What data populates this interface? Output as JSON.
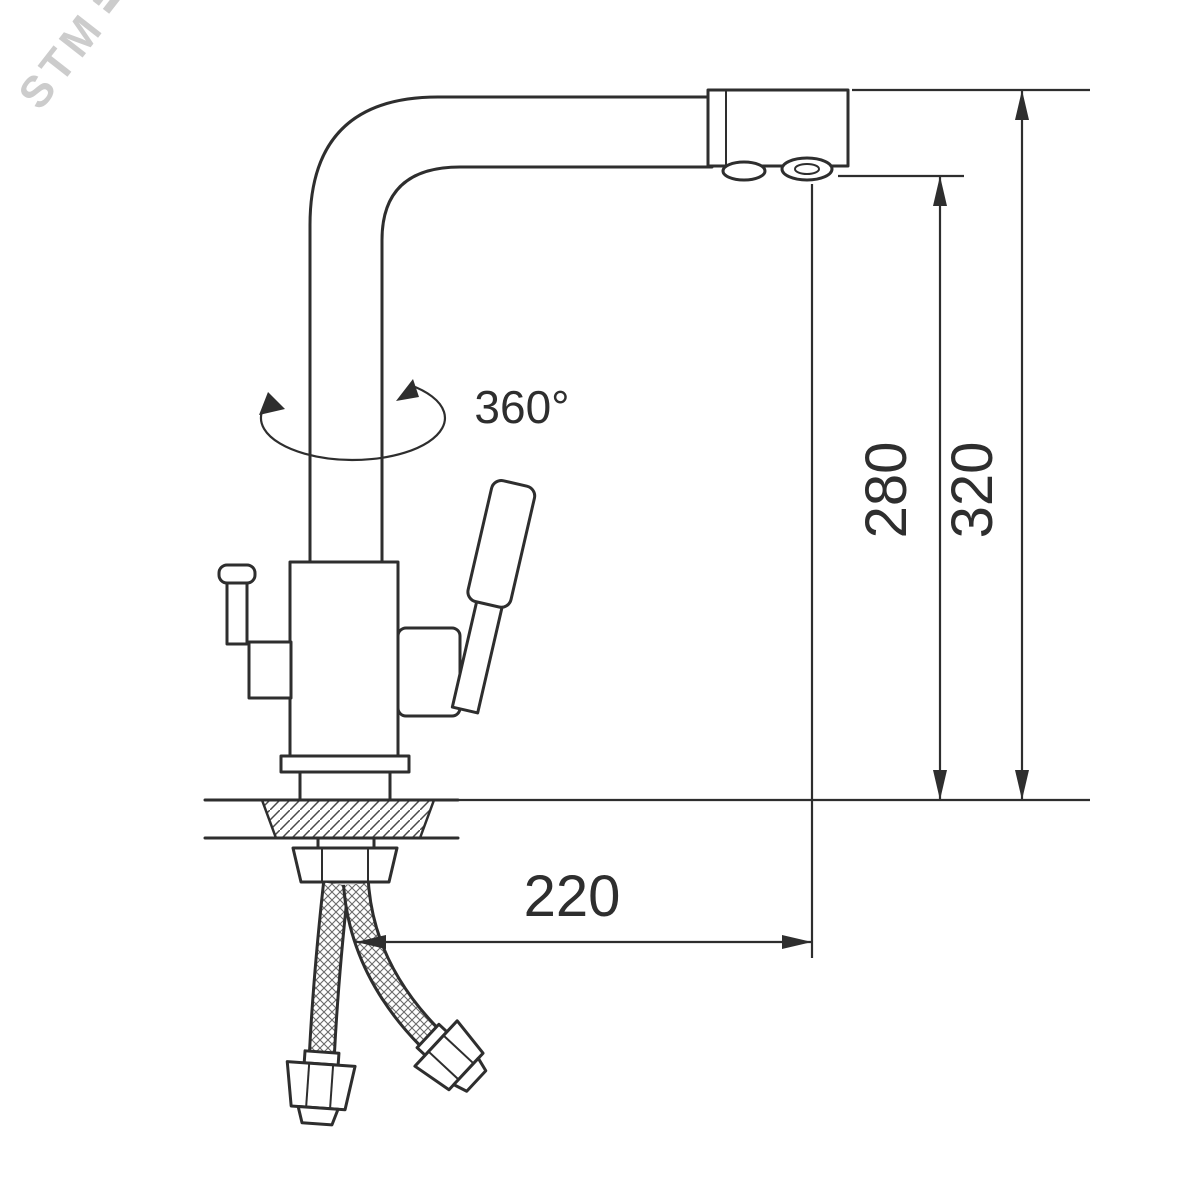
{
  "watermark": {
    "text": "STM"
  },
  "drawing": {
    "label": "Kitchen faucet technical drawing, side view with mounting hoses",
    "line_color": "#2e2e2e",
    "background": "#ffffff"
  },
  "annotations": {
    "rotation": "360°",
    "dim_height_inner": "280",
    "dim_height_outer": "320",
    "dim_reach": "220"
  }
}
